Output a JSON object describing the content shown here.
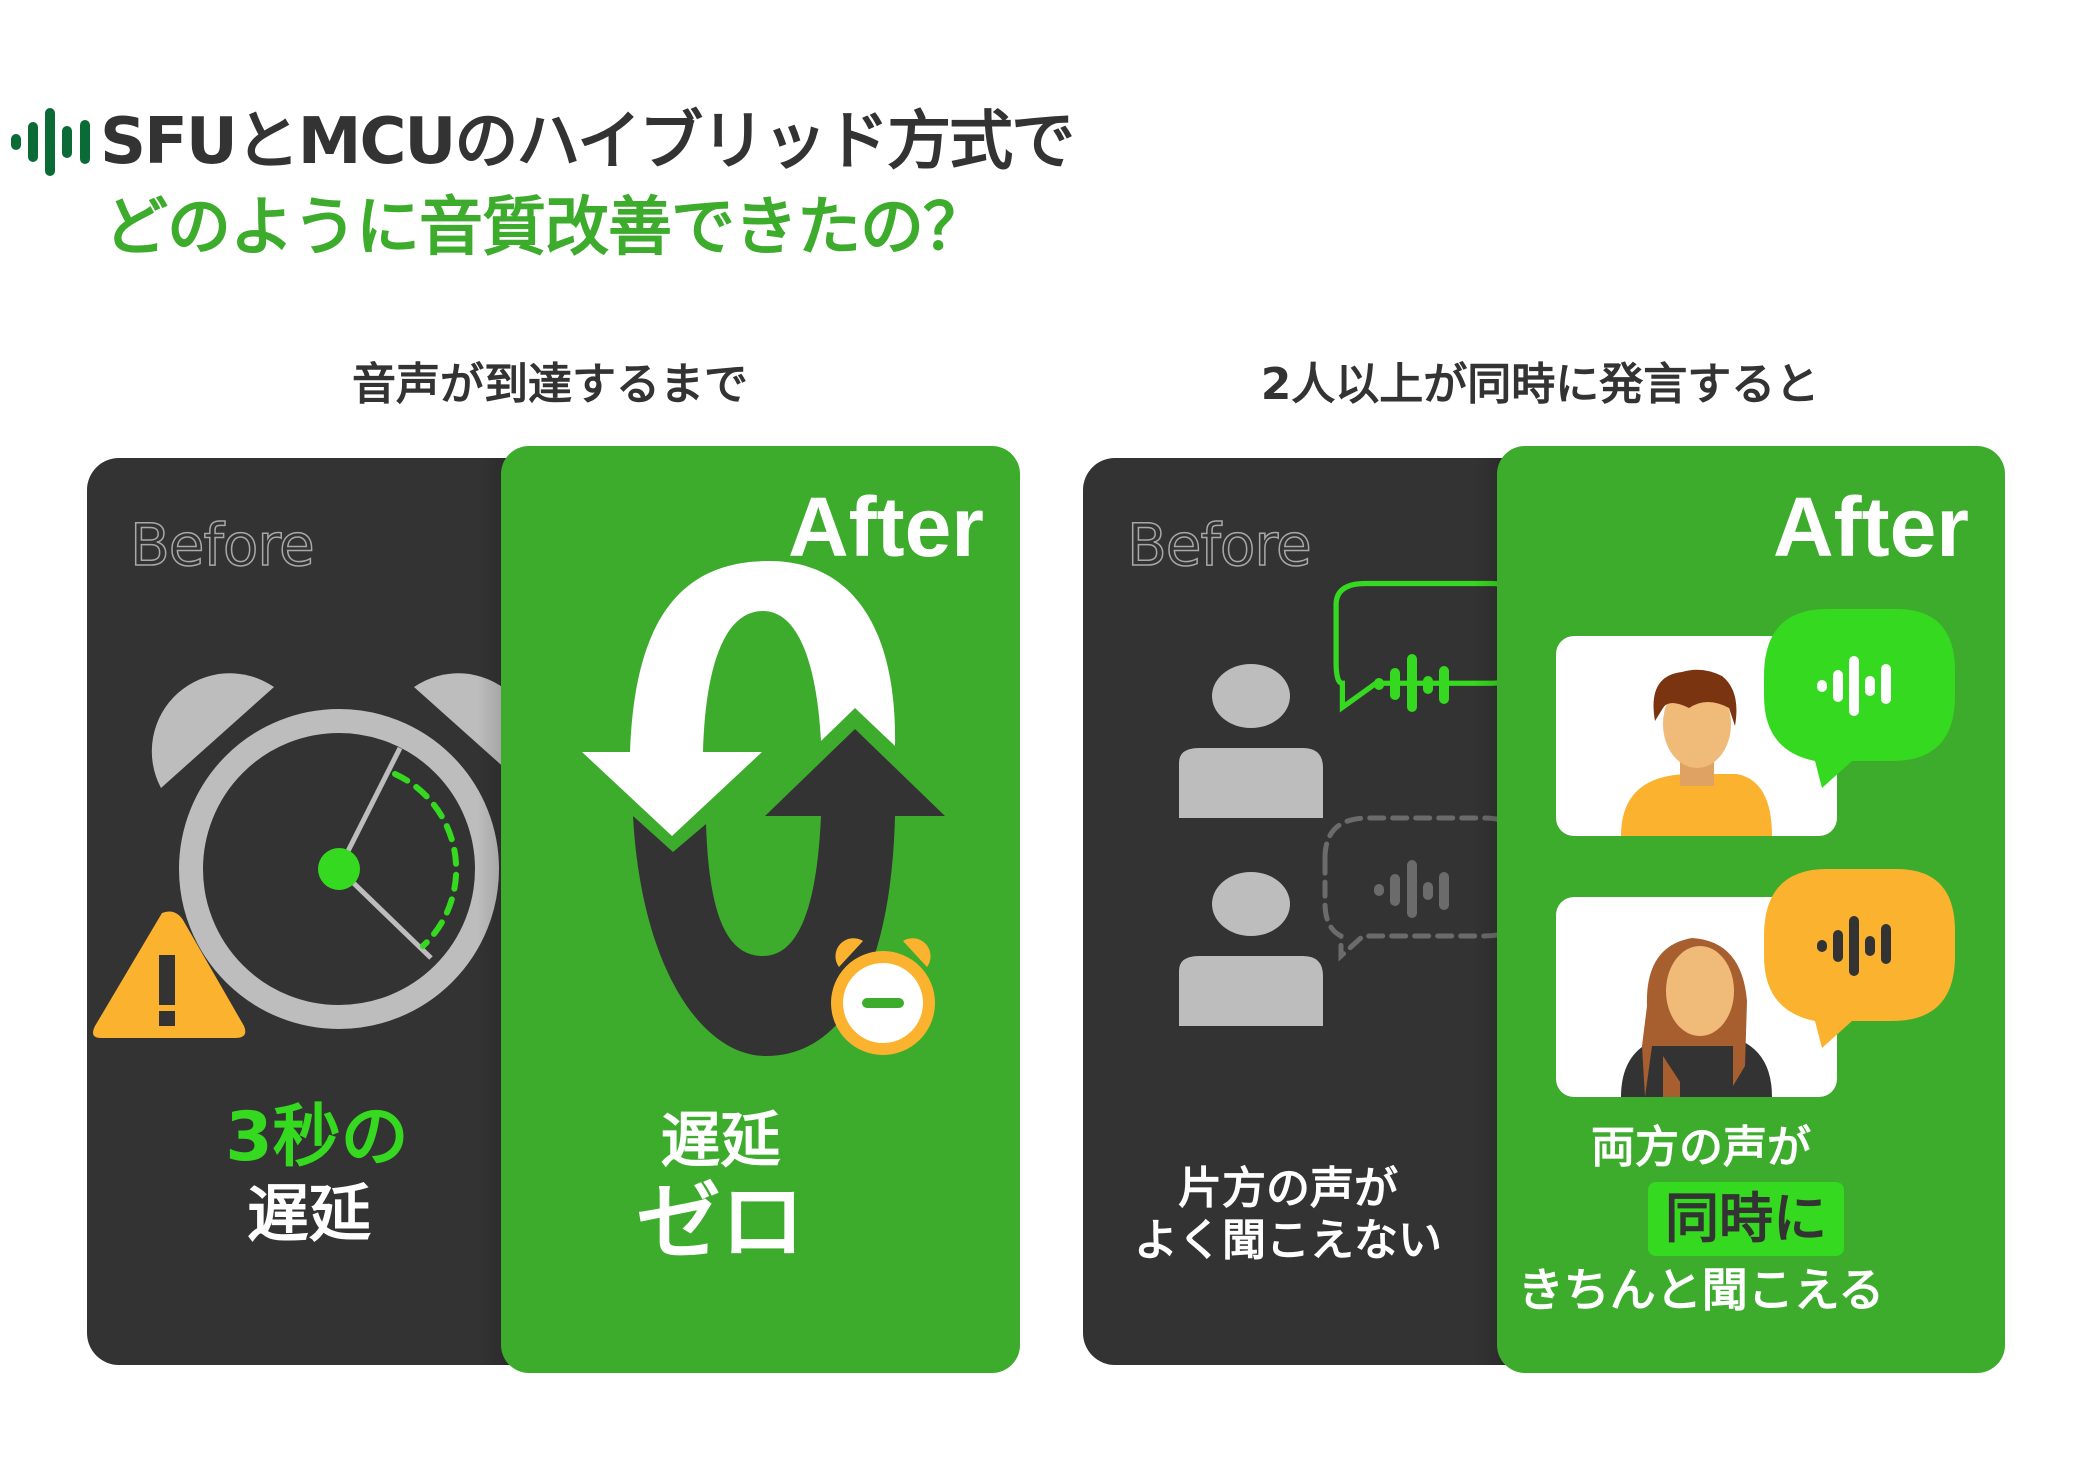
{
  "header": {
    "title_line1": "SFUとMCUのハイブリッド方式で",
    "title_line2": "どのように音質改善できたの？",
    "icon": "sound-wave-icon"
  },
  "colors": {
    "brand_green": "#3dac2d",
    "bright_green": "#35d91f",
    "dark_green_icon": "#0b6b37",
    "dark": "#333333",
    "warning_orange": "#fbb22e",
    "gray": "#bdbdbd"
  },
  "sections": [
    {
      "heading": "音声が到達するまで",
      "before": {
        "label": "Before",
        "icon": "alarm-clock-warning-icon",
        "caption_highlight": "3秒の",
        "caption": "遅延"
      },
      "after": {
        "label": "After",
        "icon": "zero-arrows-clock-icon",
        "caption_line1": "遅延",
        "caption_line2": "ゼロ"
      }
    },
    {
      "heading": "2人以上が同時に発言すると",
      "before": {
        "label": "Before",
        "icon": "two-users-speech-icon",
        "caption_line1": "片方の声が",
        "caption_line2": "よく聞こえない"
      },
      "after": {
        "label": "After",
        "icon": "video-call-speakers-icon",
        "caption_line1": "両方の声が",
        "caption_highlight": "同時に",
        "caption_line3": "きちんと聞こえる"
      }
    }
  ]
}
